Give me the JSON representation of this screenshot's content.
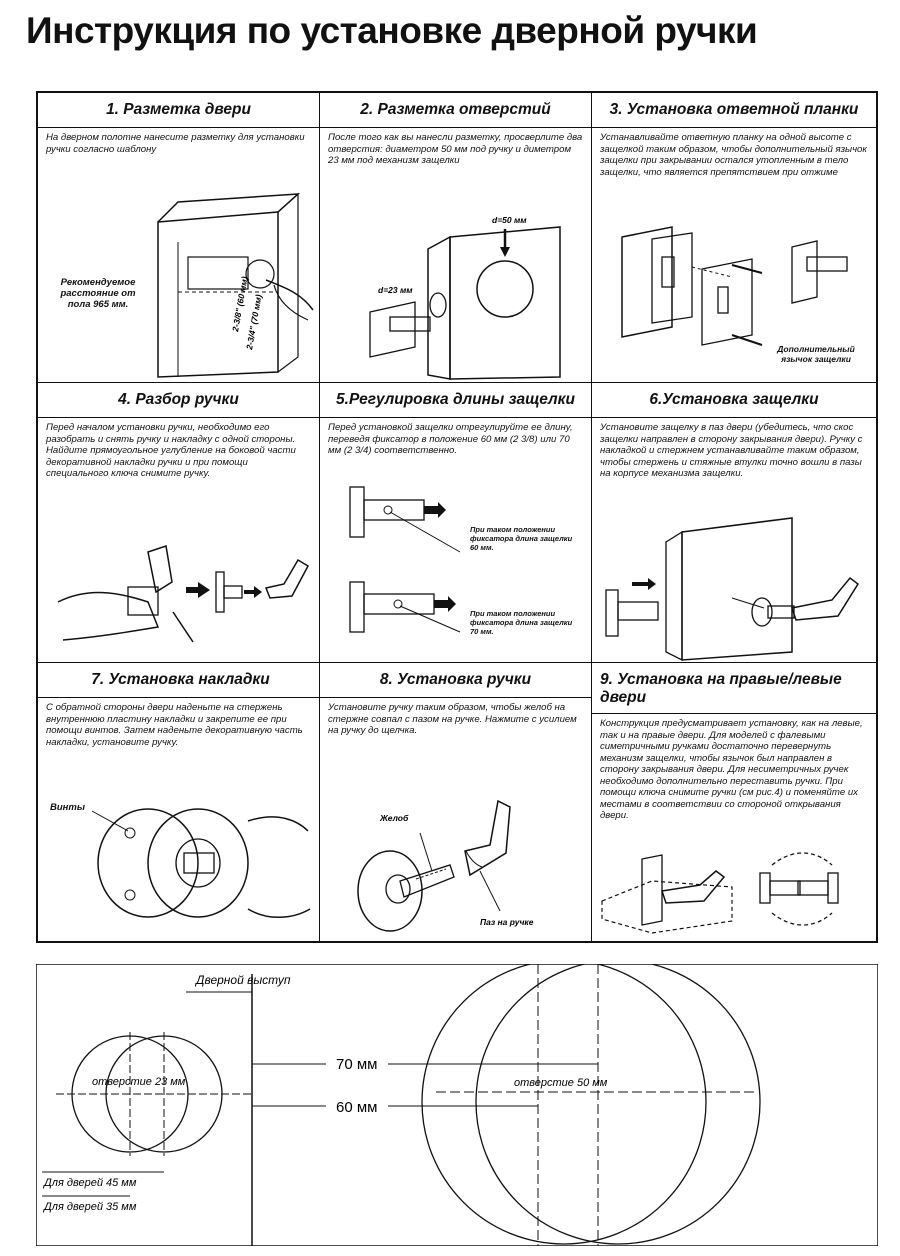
{
  "title": "Инструкция по установке дверной ручки",
  "steps": [
    {
      "title": "1. Разметка двери",
      "text": [
        "На дверном полотне нанесите разметку для установки ручки согласно шаблону"
      ],
      "labels": {
        "distance": "Рекомендуемое расстояние от пола 965 мм.",
        "dim1": "2-3/8\" (60 мм)",
        "dim2": "2-3/4\" (70 мм)"
      }
    },
    {
      "title": "2. Разметка отверстий",
      "text": [
        "После того как вы нанесли разметку, просверлите два отверстия: диаметром 50 мм под ручку и диметром 23 мм под механизм защелки"
      ],
      "labels": {
        "d50": "d=50 мм",
        "d23": "d=23 мм"
      }
    },
    {
      "title": "3. Установка ответной планки",
      "text": [
        "Устанавливайте ответную планку на одной высоте с защелкой таким образом, чтобы дополнительный язычок защелки при закрывании остался утопленным в тело защелки, что является препятствием при отжиме"
      ],
      "labels": {
        "extra_tongue": "Дополнительный язычок защелки"
      }
    },
    {
      "title": "4. Разбор ручки",
      "text": [
        "Перед началом установки ручки, необходимо его разобрать и снять ручку и накладку с одной стороны.",
        "Найдите прямоугольное углубление на боковой части декоративной накладки ручки и при помощи специального ключа снимите ручку."
      ]
    },
    {
      "title": "5.Регулировка длины защелки",
      "text": [
        "Перед установкой защелки отрегулируйте ее длину, переведя фиксатор в положение 60 мм (2 3/8) или 70 мм (2 3/4) соответственно."
      ],
      "labels": {
        "pos60": "При таком положении фиксатора длина защелки 60 мм.",
        "pos70": "При таком положении фиксатора длина защелки 70 мм."
      }
    },
    {
      "title": "6.Установка защелки",
      "text": [
        "Установите защелку в паз двери (убедитесь, что скос защелки направлен в сторону закрывания двери). Ручку с накладкой и стержнем устанавливайте таким образом, чтобы стержень и стяжные втулки точно вошли в пазы на корпусе механизма защелки."
      ]
    },
    {
      "title": "7. Установка накладки",
      "text": [
        "С обратной стороны двери наденьте на стержень внутреннюю пластину накладки и закрепите ее при помощи винтов. Затем наденьте декоративную часть накладки, установите ручку."
      ],
      "labels": {
        "screws": "Винты"
      }
    },
    {
      "title": "8. Установка ручки",
      "text": [
        "Установите ручку таким образом, чтобы желоб на стержне совпал с пазом на ручке. Нажмите с усилием на ручку до щелчка."
      ],
      "labels": {
        "groove": "Желоб",
        "slot": "Паз на ручке"
      }
    },
    {
      "title": "9. Установка на правые/левые двери",
      "text": [
        "Конструкция предусматривает установку, как на левые, так и на правые двери. Для моделей с фалевыми симетричными ручками достаточно перевернуть механизм защелки, чтобы язычок был направлен в сторону закрывания двери. Для несиметричных ручек необходимо дополнительно переставить ручки. При помощи ключа снимите ручки (см рис.4) и поменяйте их местами в соответствии со стороной открывания двери."
      ]
    }
  ],
  "template": {
    "door_edge": "Дверной выступ",
    "hole23": "отверстие 23 мм",
    "hole50": "отверстие 50 мм",
    "backset70": "70 мм",
    "backset60": "60 мм",
    "door45": "Для дверей 45 мм",
    "door35": "Для дверей 35 мм"
  }
}
